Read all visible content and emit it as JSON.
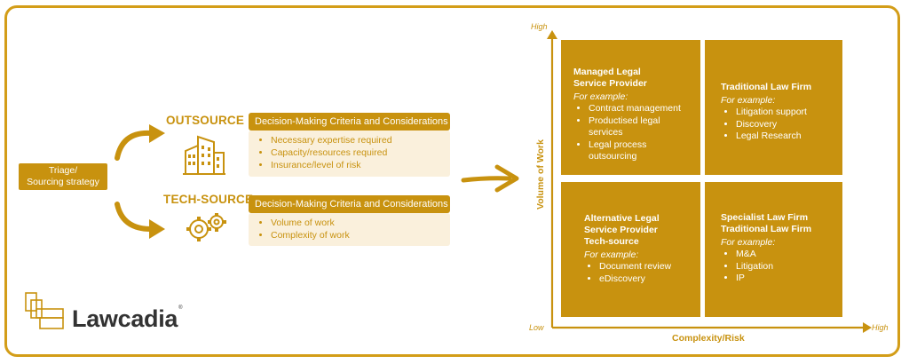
{
  "triage": {
    "line1": "Triage/",
    "line2": "Sourcing strategy"
  },
  "outsource": {
    "title": "OUTSOURCE",
    "criteria_title": "Decision-Making Criteria and Considerations",
    "items": [
      "Necessary expertise required",
      "Capacity/resources required",
      "Insurance/level of risk"
    ]
  },
  "techsource": {
    "title": "TECH-SOURCE",
    "criteria_title": "Decision-Making Criteria and Considerations",
    "items": [
      "Volume of work",
      "Complexity of work"
    ]
  },
  "matrix": {
    "y_axis": "Volume of Work",
    "x_axis": "Complexity/Risk",
    "y_high": "High",
    "low": "Low",
    "x_high": "High",
    "quadrants": {
      "top_left": {
        "title": [
          "Managed Legal",
          "Service Provider"
        ],
        "example": "For example:",
        "items": [
          "Contract management",
          "Productised legal services",
          "Legal process outsourcing"
        ]
      },
      "top_right": {
        "title": [
          "Traditional Law Firm"
        ],
        "example": "For example:",
        "items": [
          "Litigation support",
          "Discovery",
          "Legal Research"
        ]
      },
      "bottom_left": {
        "title": [
          "Alternative Legal",
          "Service Provider",
          "Tech-source"
        ],
        "example": "For example:",
        "items": [
          "Document review",
          "eDiscovery"
        ]
      },
      "bottom_right": {
        "title": [
          "Specialist Law Firm",
          "Traditional Law Firm"
        ],
        "example": "For example:",
        "items": [
          "M&A",
          "Litigation",
          "IP"
        ]
      }
    }
  },
  "logo": {
    "name": "Lawcadia",
    "mark": "®"
  },
  "colors": {
    "accent": "#c8920f",
    "light": "#faf0dc",
    "border": "#d39d18"
  }
}
